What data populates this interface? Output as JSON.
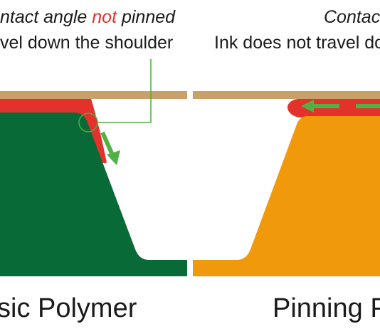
{
  "colors": {
    "substrate": "#c9a06a",
    "basic_polymer": "#086a36",
    "pinning_polymer": "#f09a0b",
    "ink": "#e2322b",
    "arrow": "#52b146",
    "callout": "#4cae3d",
    "text": "#1a1a1a"
  },
  "left": {
    "caption_line1_a": "ntact angle ",
    "caption_line1_b": "not",
    "caption_line1_c": " pinned",
    "caption_line2": "vel down the shoulder",
    "label": "sic Polymer"
  },
  "right": {
    "caption_line1": "Contact a",
    "caption_line2": "Ink does not travel down t",
    "label": "Pinning Poly"
  },
  "icons": {
    "callout": "circle-callout-icon",
    "flow_down": "arrow-down-icon",
    "flow_left": "arrow-left-icon"
  }
}
